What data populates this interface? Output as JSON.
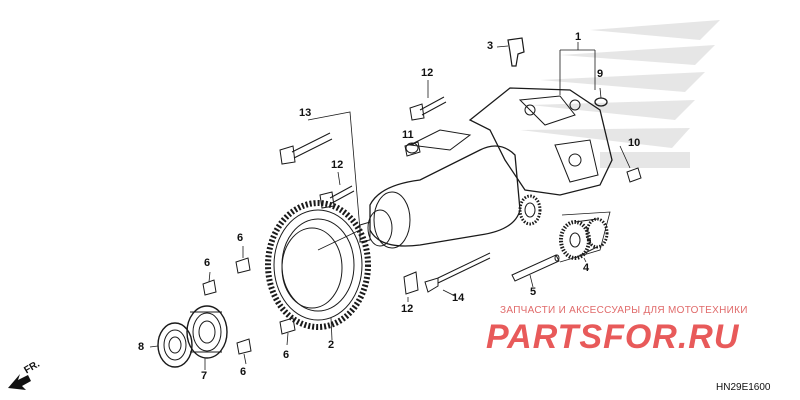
{
  "callouts": {
    "p1": "1",
    "p2": "2",
    "p3": "3",
    "p4": "4",
    "p5": "5",
    "p6a": "6",
    "p6b": "6",
    "p6c": "6",
    "p6d": "6",
    "p7": "7",
    "p8": "8",
    "p9": "9",
    "p10": "10",
    "p11": "11",
    "p12a": "12",
    "p12b": "12",
    "p12c": "12",
    "p13": "13",
    "p14": "14"
  },
  "watermark": {
    "text": "ЗАПЧАСТИ И АКСЕССУАРЫ ДЛЯ МОТОТЕХНИКИ",
    "logo": "PARTSFOR.RU"
  },
  "diagram_code": "HN29E1600",
  "direction_label": "FR.",
  "colors": {
    "line": "#1a1a1a",
    "watermark": "#e85a5a",
    "emblem": "#d8d8d8"
  }
}
